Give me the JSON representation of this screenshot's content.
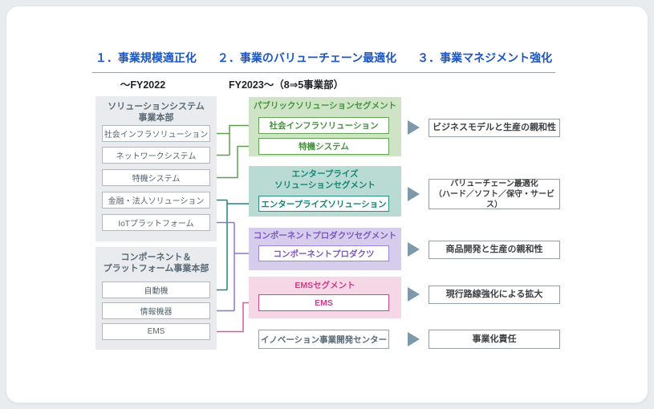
{
  "header": {
    "items": [
      "１．事業規模適正化",
      "２．事業のバリューチェーン最適化",
      "３．事業マネジメント強化"
    ],
    "fy_old": "～FY2022",
    "fy_new": "FY2023～（8⇒5事業部）"
  },
  "left": {
    "group1": {
      "title": "ソリューションシステム\n事業本部",
      "items": [
        "社会インフラソリューション",
        "ネットワークシステム",
        "特機システム",
        "金融・法人ソリューション",
        "IoTプラットフォーム"
      ]
    },
    "group2": {
      "title": "コンポーネント＆\nプラットフォーム事業本部",
      "items": [
        "自動機",
        "情報機器",
        "EMS"
      ]
    }
  },
  "segments": [
    {
      "title": "パブリックソリューションセグメント",
      "items": [
        "社会インフラソリューション",
        "特機システム"
      ],
      "accent": "#44923e",
      "bg": "#cfe3c6",
      "border": "#66a455"
    },
    {
      "title": "エンタープライズ\nソリューションセグメント",
      "items": [
        "エンタープライズソリューション"
      ],
      "accent": "#0f8878",
      "bg": "#b9dbd4",
      "border": "#2a9084"
    },
    {
      "title": "コンポーネントプロダクツセグメント",
      "items": [
        "コンポーネントプロダクツ"
      ],
      "accent": "#7e57c2",
      "bg": "#d5cdeb",
      "border": "#9d86d8"
    },
    {
      "title": "EMSセグメント",
      "items": [
        "EMS"
      ],
      "accent": "#cf3c88",
      "bg": "#f5d7e6",
      "border": "#cc4489"
    }
  ],
  "innovation_center": "イノベーション事業開発センター",
  "outcomes": [
    "ビジネスモデルと生産の親和性",
    "バリューチェーン最適化\n（ハード／ソフト／保守・サービス）",
    "商品開発と生産の親和性",
    "現行路線強化による拡大",
    "事業化責任"
  ],
  "connections": [
    {
      "from": "社会インフラソリューション",
      "to": "社会インフラソリューション",
      "color": "#5f9e51"
    },
    {
      "from": "ネットワークシステム",
      "to": "社会インフラソリューション",
      "color": "#5f9e51"
    },
    {
      "from": "特機システム",
      "to": "特機システム",
      "color": "#5f9e51"
    },
    {
      "from": "金融・法人ソリューション",
      "to": "エンタープライズソリューション",
      "color": "#1f8579"
    },
    {
      "from": "自動機",
      "to": "エンタープライズソリューション",
      "color": "#1f8579"
    },
    {
      "from": "IoTプラットフォーム",
      "to": "コンポーネントプロダクツ",
      "color": "#8d74cf"
    },
    {
      "from": "情報機器",
      "to": "コンポーネントプロダクツ",
      "color": "#8d74cf"
    },
    {
      "from": "EMS",
      "to": "EMS",
      "color": "#d75a9f"
    }
  ],
  "colors": {
    "header_text": "#1e56c0",
    "left_group_bg": "#e9ebee",
    "left_text": "#54646e",
    "flow_arrow": "#7e99a9",
    "outcome_text": "#3d4043"
  }
}
